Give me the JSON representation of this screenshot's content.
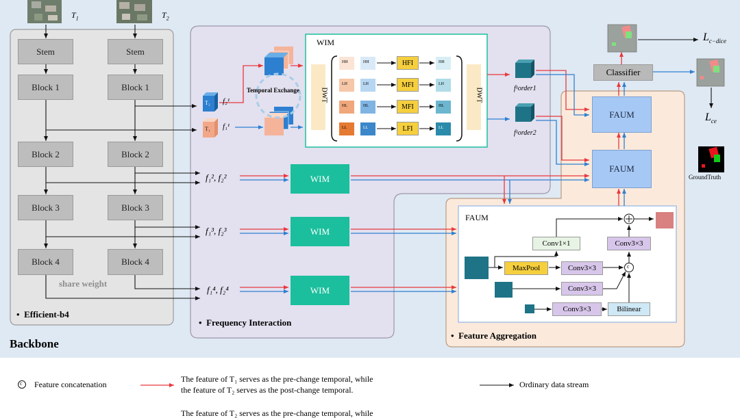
{
  "inputs": {
    "t1": "T",
    "t1_sub": "1",
    "t2": "T",
    "t2_sub": "2"
  },
  "backbone": {
    "label": "Backbone",
    "section": "Efficient-b4",
    "stem": "Stem",
    "block1": "Block 1",
    "block2": "Block 2",
    "block3": "Block 3",
    "block4": "Block 4",
    "share_weight": "share weight"
  },
  "frequency": {
    "section": "Frequency Interaction",
    "wim_title": "WIM",
    "dwt": "DWT",
    "temporal_exchange": "Temporal Exchange",
    "cube_t1": "T₁",
    "cube_t2": "T₂",
    "f1_label": "f₁¹",
    "f2_label": "f₂¹",
    "order1": "f¹order1",
    "order2": "f¹order2",
    "band_hh": "HH",
    "band_lh": "LH",
    "band_hl": "HL",
    "band_ll": "LL",
    "hfi": "HFI",
    "mfi1": "MFI",
    "mfi2": "MFI",
    "lfi": "LFI",
    "wim_block": "WIM",
    "pair2": "f₁², f₂²",
    "pair3": "f₁³, f₂³",
    "pair4": "f₁⁴, f₂⁴"
  },
  "aggregation": {
    "section": "Feature Aggregation",
    "faum": "FAUM",
    "faum_detail_title": "FAUM",
    "maxpool": "MaxPool",
    "conv1x1": "Conv1×1",
    "conv3x3": "Conv3×3",
    "bilinear": "Bilinear",
    "concat_symbol": "c",
    "add_symbol": "+"
  },
  "head": {
    "classifier": "Classifier",
    "loss_dice": "L",
    "loss_dice_sub": "c−dice",
    "loss_ce": "L",
    "loss_ce_sub": "ce",
    "ground_truth": "GroundTruth"
  },
  "legend": {
    "concat": "Feature concatenation",
    "concat_symbol": "c",
    "red_line1": "The feature of T₁ serves as the pre-change temporal, while",
    "red_line2": "the feature of T₂ serves as the post-change temporal.",
    "black": "Ordinary data stream",
    "blue_partial": "The feature of T₂ serves as the pre-change temporal, while"
  },
  "colors": {
    "red_stream": "#e8383d",
    "blue_stream": "#2e7fd2",
    "wim_green": "#1bbf9d",
    "faum_blue": "#a6c8f5",
    "hfi_yellow": "#f5cf3e"
  }
}
